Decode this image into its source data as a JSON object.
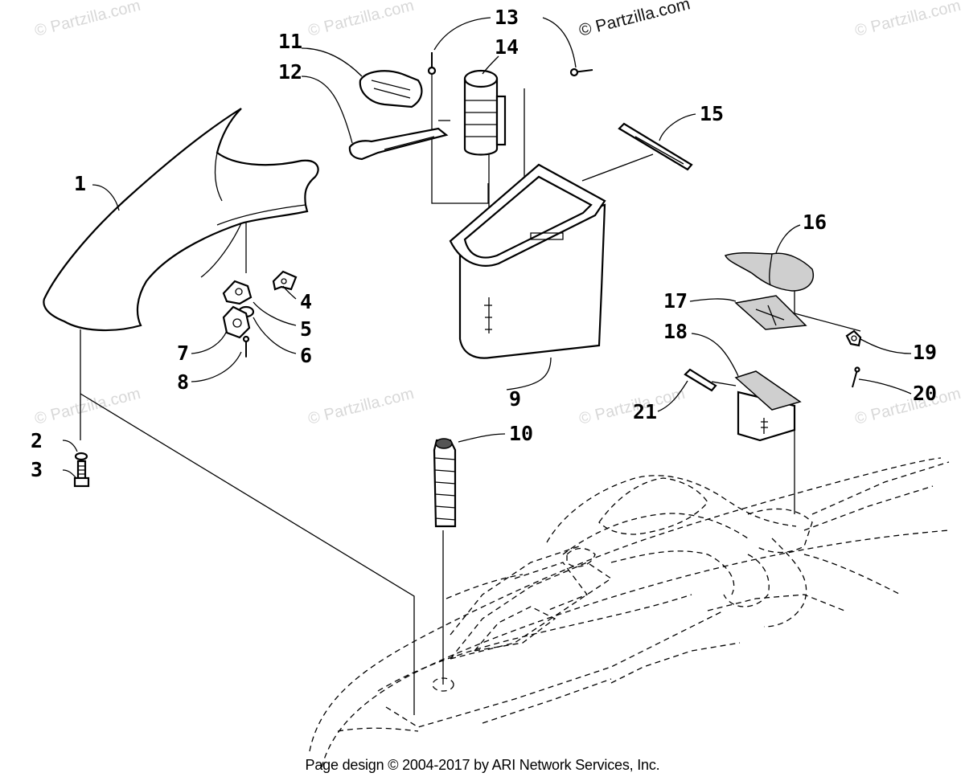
{
  "watermark": {
    "text": "© Partzilla.com"
  },
  "callouts": [
    "1",
    "2",
    "3",
    "4",
    "5",
    "6",
    "7",
    "8",
    "9",
    "10",
    "11",
    "12",
    "13",
    "14",
    "15",
    "16",
    "17",
    "18",
    "19",
    "20",
    "21"
  ],
  "footer": {
    "text": "Page design © 2004-2017 by ARI Network Services, Inc."
  }
}
